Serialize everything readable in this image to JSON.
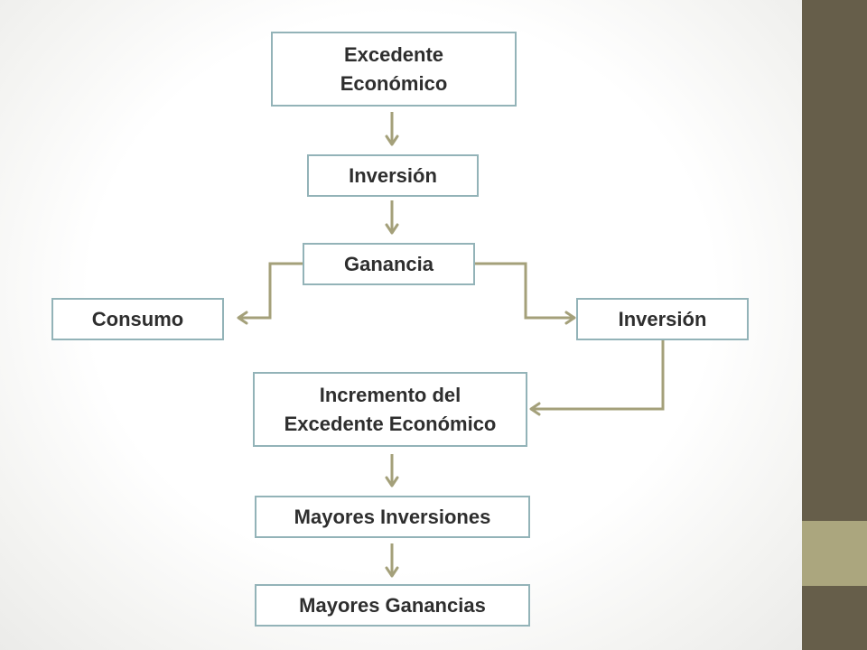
{
  "diagram": {
    "nodes": {
      "excedente_economico": "Excedente\nEconómico",
      "inversion_1": "Inversión",
      "ganancia": "Ganancia",
      "consumo": "Consumo",
      "inversion_2": "Inversión",
      "incremento": "Incremento del\nExcedente Económico",
      "mayores_inversiones": "Mayores Inversiones",
      "mayores_ganancias": "Mayores Ganancias"
    },
    "edges": [
      {
        "from": "excedente_economico",
        "to": "inversion_1"
      },
      {
        "from": "inversion_1",
        "to": "ganancia"
      },
      {
        "from": "ganancia",
        "to": "consumo"
      },
      {
        "from": "ganancia",
        "to": "inversion_2"
      },
      {
        "from": "inversion_2",
        "to": "incremento"
      },
      {
        "from": "incremento",
        "to": "mayores_inversiones"
      },
      {
        "from": "mayores_inversiones",
        "to": "mayores_ganancias"
      }
    ]
  },
  "colors": {
    "box_border": "#93b3b8",
    "connector": "#a4a07a",
    "side_bar": "#665e4a",
    "side_bar_accent": "#aba67e"
  }
}
